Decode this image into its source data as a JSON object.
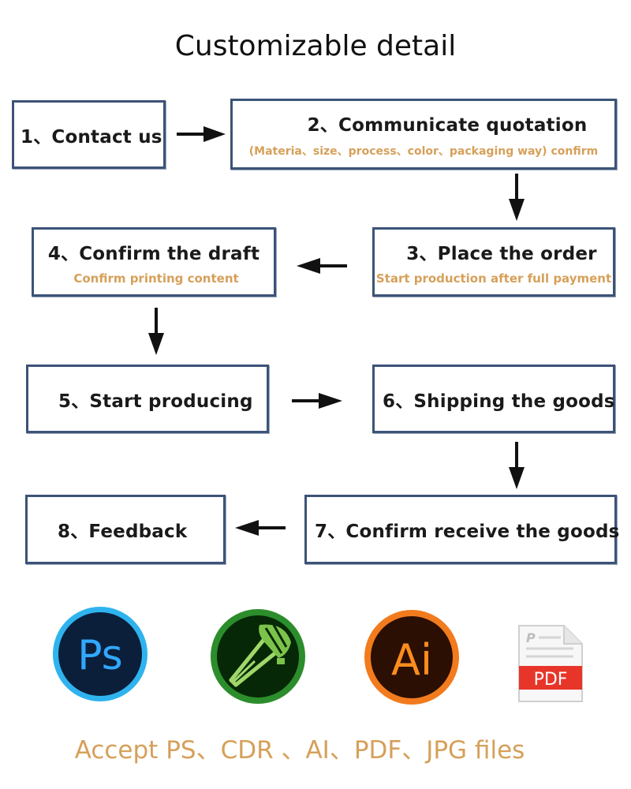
{
  "title": "Customizable detail",
  "steps": [
    {
      "label": "1、Contact us",
      "sub": ""
    },
    {
      "label": "2、Communicate quotation",
      "sub": "(Materia、size、process、color、packaging way) confirm"
    },
    {
      "label": "3、Place the order",
      "sub": "Start production after full payment"
    },
    {
      "label": "4、Confirm the draft",
      "sub": "Confirm printing content"
    },
    {
      "label": "5、Start producing",
      "sub": ""
    },
    {
      "label": "6、Shipping the goods",
      "sub": ""
    },
    {
      "label": "7、Confirm receive the goods",
      "sub": ""
    },
    {
      "label": "8、Feedback",
      "sub": ""
    }
  ],
  "icons": {
    "ps": {
      "name": "photoshop-icon",
      "text": "Ps"
    },
    "cdr": {
      "name": "coreldraw-icon"
    },
    "ai": {
      "name": "illustrator-icon",
      "text": "Ai"
    },
    "pdf": {
      "name": "pdf-file-icon",
      "text": "PDF",
      "badge": "P"
    }
  },
  "accept_text": "Accept PS、CDR 、AI、PDF、JPG files",
  "colors": {
    "border": "#3c5377",
    "accent": "#d6a05a",
    "pdf_red": "#e8352a"
  }
}
